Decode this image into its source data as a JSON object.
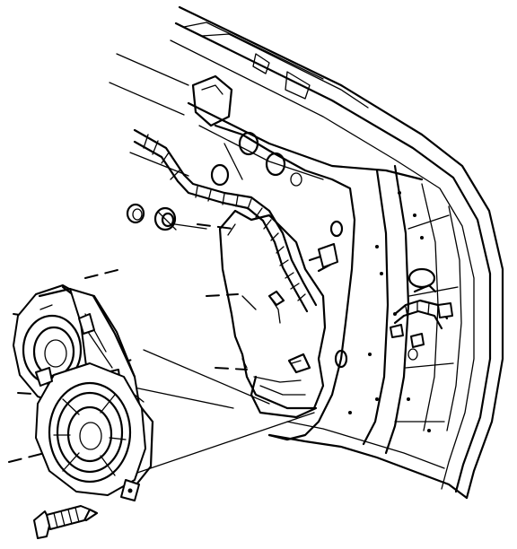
{
  "figure": {
    "parts": [
      "door-inner-panel",
      "wiring-harness",
      "plug",
      "grommet",
      "speaker",
      "screw"
    ],
    "ink_color": "#000000",
    "paper_color": "#ffffff"
  }
}
